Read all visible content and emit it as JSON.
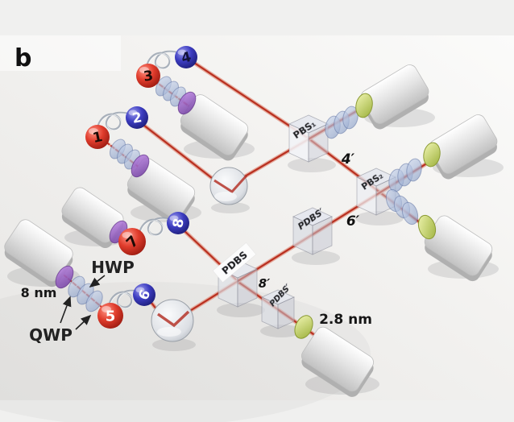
{
  "figure": {
    "panel_label": "b",
    "photon_labels": [
      "1",
      "2",
      "3",
      "4",
      "5",
      "6",
      "7",
      "8"
    ],
    "component_labels": {
      "hwp": "HWP",
      "qwp": "QWP",
      "filter_bandwidth_8nm": "8 nm",
      "filter_bandwidth_2_8nm": "2.8 nm",
      "pbs1": "PBS₁",
      "pbs2": "PBS₂",
      "pdbs": "PDBS",
      "pdbs_prime_top": "PDBS′",
      "pdbs_prime_bottom": "PDBS′"
    },
    "mode_labels": {
      "m4": "4′",
      "m6": "6′",
      "m8": "8′"
    },
    "colors": {
      "beam_red": "#b93020",
      "photon_red": "#d6281b",
      "photon_blue": "#2d2dae",
      "filter_purple": "#8a4fb8",
      "lens_yellow": "#c2ce5d",
      "background": "#f0f0ef"
    }
  }
}
